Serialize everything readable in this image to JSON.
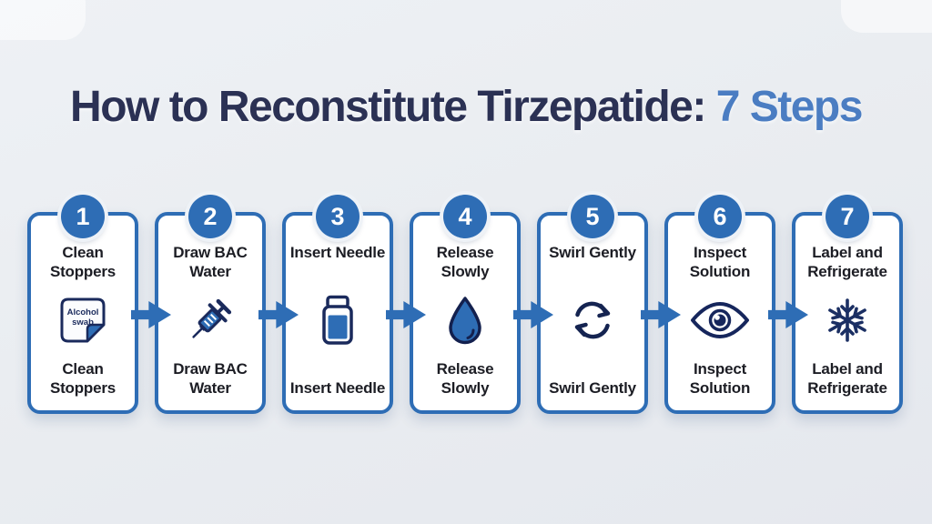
{
  "title": {
    "text": "How to Reconstitute Tirzepatide:",
    "highlight": "7 Steps"
  },
  "steps": [
    {
      "number": "1",
      "title": "Clean Stoppers",
      "caption": "Clean Stoppers",
      "icon": "alcohol-swab-icon",
      "icon_label_lines": [
        "Alcohol",
        "swab"
      ]
    },
    {
      "number": "2",
      "title": "Draw BAC Water",
      "caption": "Draw BAC Water",
      "icon": "syringe-icon"
    },
    {
      "number": "3",
      "title": "Insert Needle",
      "caption": "Insert Needle",
      "icon": "vial-icon"
    },
    {
      "number": "4",
      "title": "Release Slowly",
      "caption": "Release Slowly",
      "icon": "water-drop-icon"
    },
    {
      "number": "5",
      "title": "Swirl Gently",
      "caption": "Swirl Gently",
      "icon": "swirl-arrows-icon"
    },
    {
      "number": "6",
      "title": "Inspect Solution",
      "caption": "Inspect Solution",
      "icon": "eye-icon"
    },
    {
      "number": "7",
      "title": "Label and Refrigerate",
      "caption": "Label and Refrigerate",
      "icon": "snowflake-icon"
    }
  ],
  "colors": {
    "accent_blue": "#2e6db5",
    "icon_navy": "#1a2a5c",
    "title_navy": "#2b3154",
    "title_light_blue": "#4b7dc2",
    "text_dark": "#1c1d24",
    "background": "#e9ecf1",
    "card_background": "#ffffff"
  }
}
